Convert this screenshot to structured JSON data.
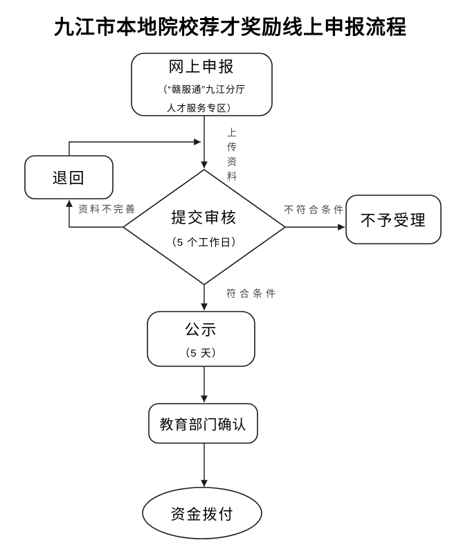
{
  "title": "九江市本地院校荐才奖励线上申报流程",
  "colors": {
    "line": "#1a1a1a",
    "node_text": "#000000",
    "edge_label": "#4a4a4a",
    "background": "#ffffff"
  },
  "nodes": {
    "online_application": {
      "label": "网上申报",
      "sub_line1": "（“赣服通”九江分厅",
      "sub_line2": "人才服务专区）"
    },
    "return": {
      "label": "退回"
    },
    "submit_review": {
      "label": "提交审核",
      "sub": "（5 个工作日）"
    },
    "not_accepted": {
      "label": "不予受理"
    },
    "publicity": {
      "label": "公示",
      "sub": "（5 天）"
    },
    "education_confirm": {
      "label": "教育部门确认"
    },
    "fund_disbursement": {
      "label": "资金拨付"
    }
  },
  "edge_labels": {
    "upload_materials": "上传资料",
    "incomplete_materials": "资料不完善",
    "not_qualified": "不符合条件",
    "qualified": "符合条件"
  }
}
